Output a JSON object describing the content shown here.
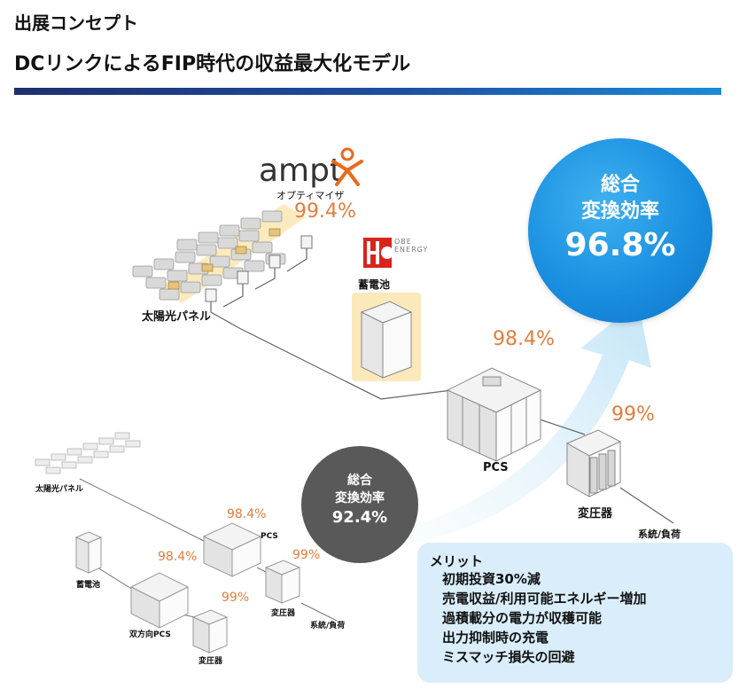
{
  "header": {
    "title": "出展コンセプト",
    "subtitle": "DCリンクによるFIP時代の収益最大化モデル"
  },
  "top_system": {
    "ampt_logo": "ampt",
    "optimizer_label": "オプティマイザ",
    "optimizer_eff": "99.4%",
    "hobe_logo_line1": "OBE",
    "hobe_logo_line2": "ENERGY",
    "solar_label": "太陽光パネル",
    "battery_label": "蓄電池",
    "pcs_eff": "98.4%",
    "pcs_label": "PCS",
    "transformer_eff": "99%",
    "transformer_label": "変圧器",
    "grid_label": "系統/負荷",
    "total_line1": "総合",
    "total_line2": "変換効率",
    "total_value": "96.8%"
  },
  "bottom_system": {
    "solar_label": "太陽光パネル",
    "battery_label": "蓄電池",
    "bidir_pcs_label": "双方向PCS",
    "bidir_pcs_eff": "98.4%",
    "pcs_label": "PCS",
    "pcs_eff": "98.4%",
    "transformer1_eff": "99%",
    "transformer1_label": "変圧器",
    "transformer2_eff": "99%",
    "transformer2_label": "変圧器",
    "grid_label": "系統/負荷",
    "total_line1": "総合",
    "total_line2": "変換効率",
    "total_value": "92.4%"
  },
  "merits": {
    "title": "メリット",
    "items": [
      "初期投資30%減",
      "売電収益/利用可能エネルギー増加",
      "過積載分の電力が収穫可能",
      "出力抑制時の充電",
      "ミスマッチ損失の回避"
    ]
  },
  "colors": {
    "accent_blue": "#1a8fe0",
    "efficiency_orange": "#e17d3e",
    "highlight_yellow": "#fbe6b4",
    "gray_circle": "#595959",
    "merit_bg": "#d9eefa"
  }
}
